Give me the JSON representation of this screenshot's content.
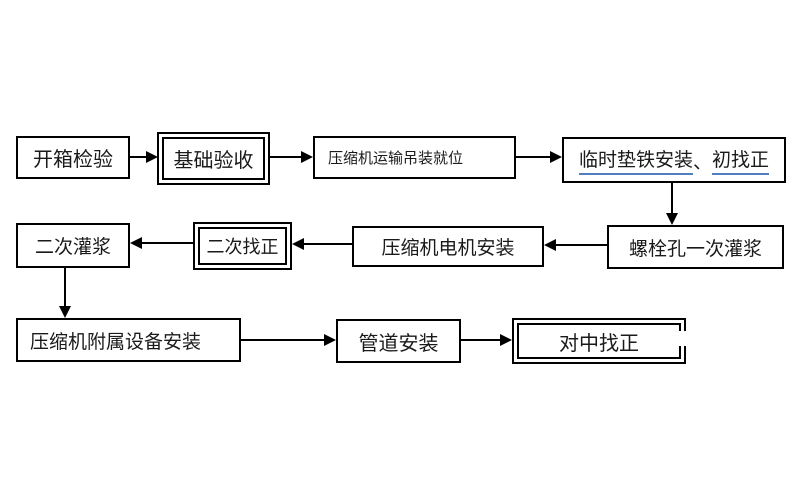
{
  "diagram": {
    "type": "flowchart",
    "language": "zh-CN",
    "colors": {
      "line": "#000000",
      "box_border": "#000000",
      "background": "#ffffff",
      "underline_accent": "#4f7ec1",
      "text": "#1a1a1a"
    },
    "nodes": {
      "unbox": {
        "label": "开箱检验",
        "border": "single"
      },
      "foundation": {
        "label": "基础验收",
        "border": "double"
      },
      "transport": {
        "label": "压缩机运输吊装就位",
        "border": "single"
      },
      "shim": {
        "border": "single",
        "segments": [
          {
            "text": "临时垫铁安装",
            "underline": true
          },
          {
            "text": "、",
            "underline": false
          },
          {
            "text": "初找正",
            "underline": true
          }
        ]
      },
      "grout2": {
        "label": "二次灌浆",
        "border": "single"
      },
      "align2": {
        "label": "二次找正",
        "border": "double"
      },
      "motor": {
        "label": "压缩机电机安装",
        "border": "single"
      },
      "boltgrout": {
        "label": "螺栓孔一次灌浆",
        "border": "single"
      },
      "auxiliary": {
        "label": "压缩机附属设备安装",
        "border": "single"
      },
      "pipe": {
        "label": "管道安装",
        "border": "single"
      },
      "centering": {
        "label": "对中找正",
        "border": "double"
      }
    },
    "edges": [
      {
        "from": "unbox",
        "to": "foundation",
        "direction": "right"
      },
      {
        "from": "foundation",
        "to": "transport",
        "direction": "right"
      },
      {
        "from": "transport",
        "to": "shim",
        "direction": "right"
      },
      {
        "from": "shim",
        "to": "boltgrout",
        "direction": "down"
      },
      {
        "from": "boltgrout",
        "to": "motor",
        "direction": "left"
      },
      {
        "from": "motor",
        "to": "align2",
        "direction": "left"
      },
      {
        "from": "align2",
        "to": "grout2",
        "direction": "left"
      },
      {
        "from": "grout2",
        "to": "auxiliary",
        "direction": "down"
      },
      {
        "from": "auxiliary",
        "to": "pipe",
        "direction": "right"
      },
      {
        "from": "pipe",
        "to": "centering",
        "direction": "right"
      }
    ]
  }
}
